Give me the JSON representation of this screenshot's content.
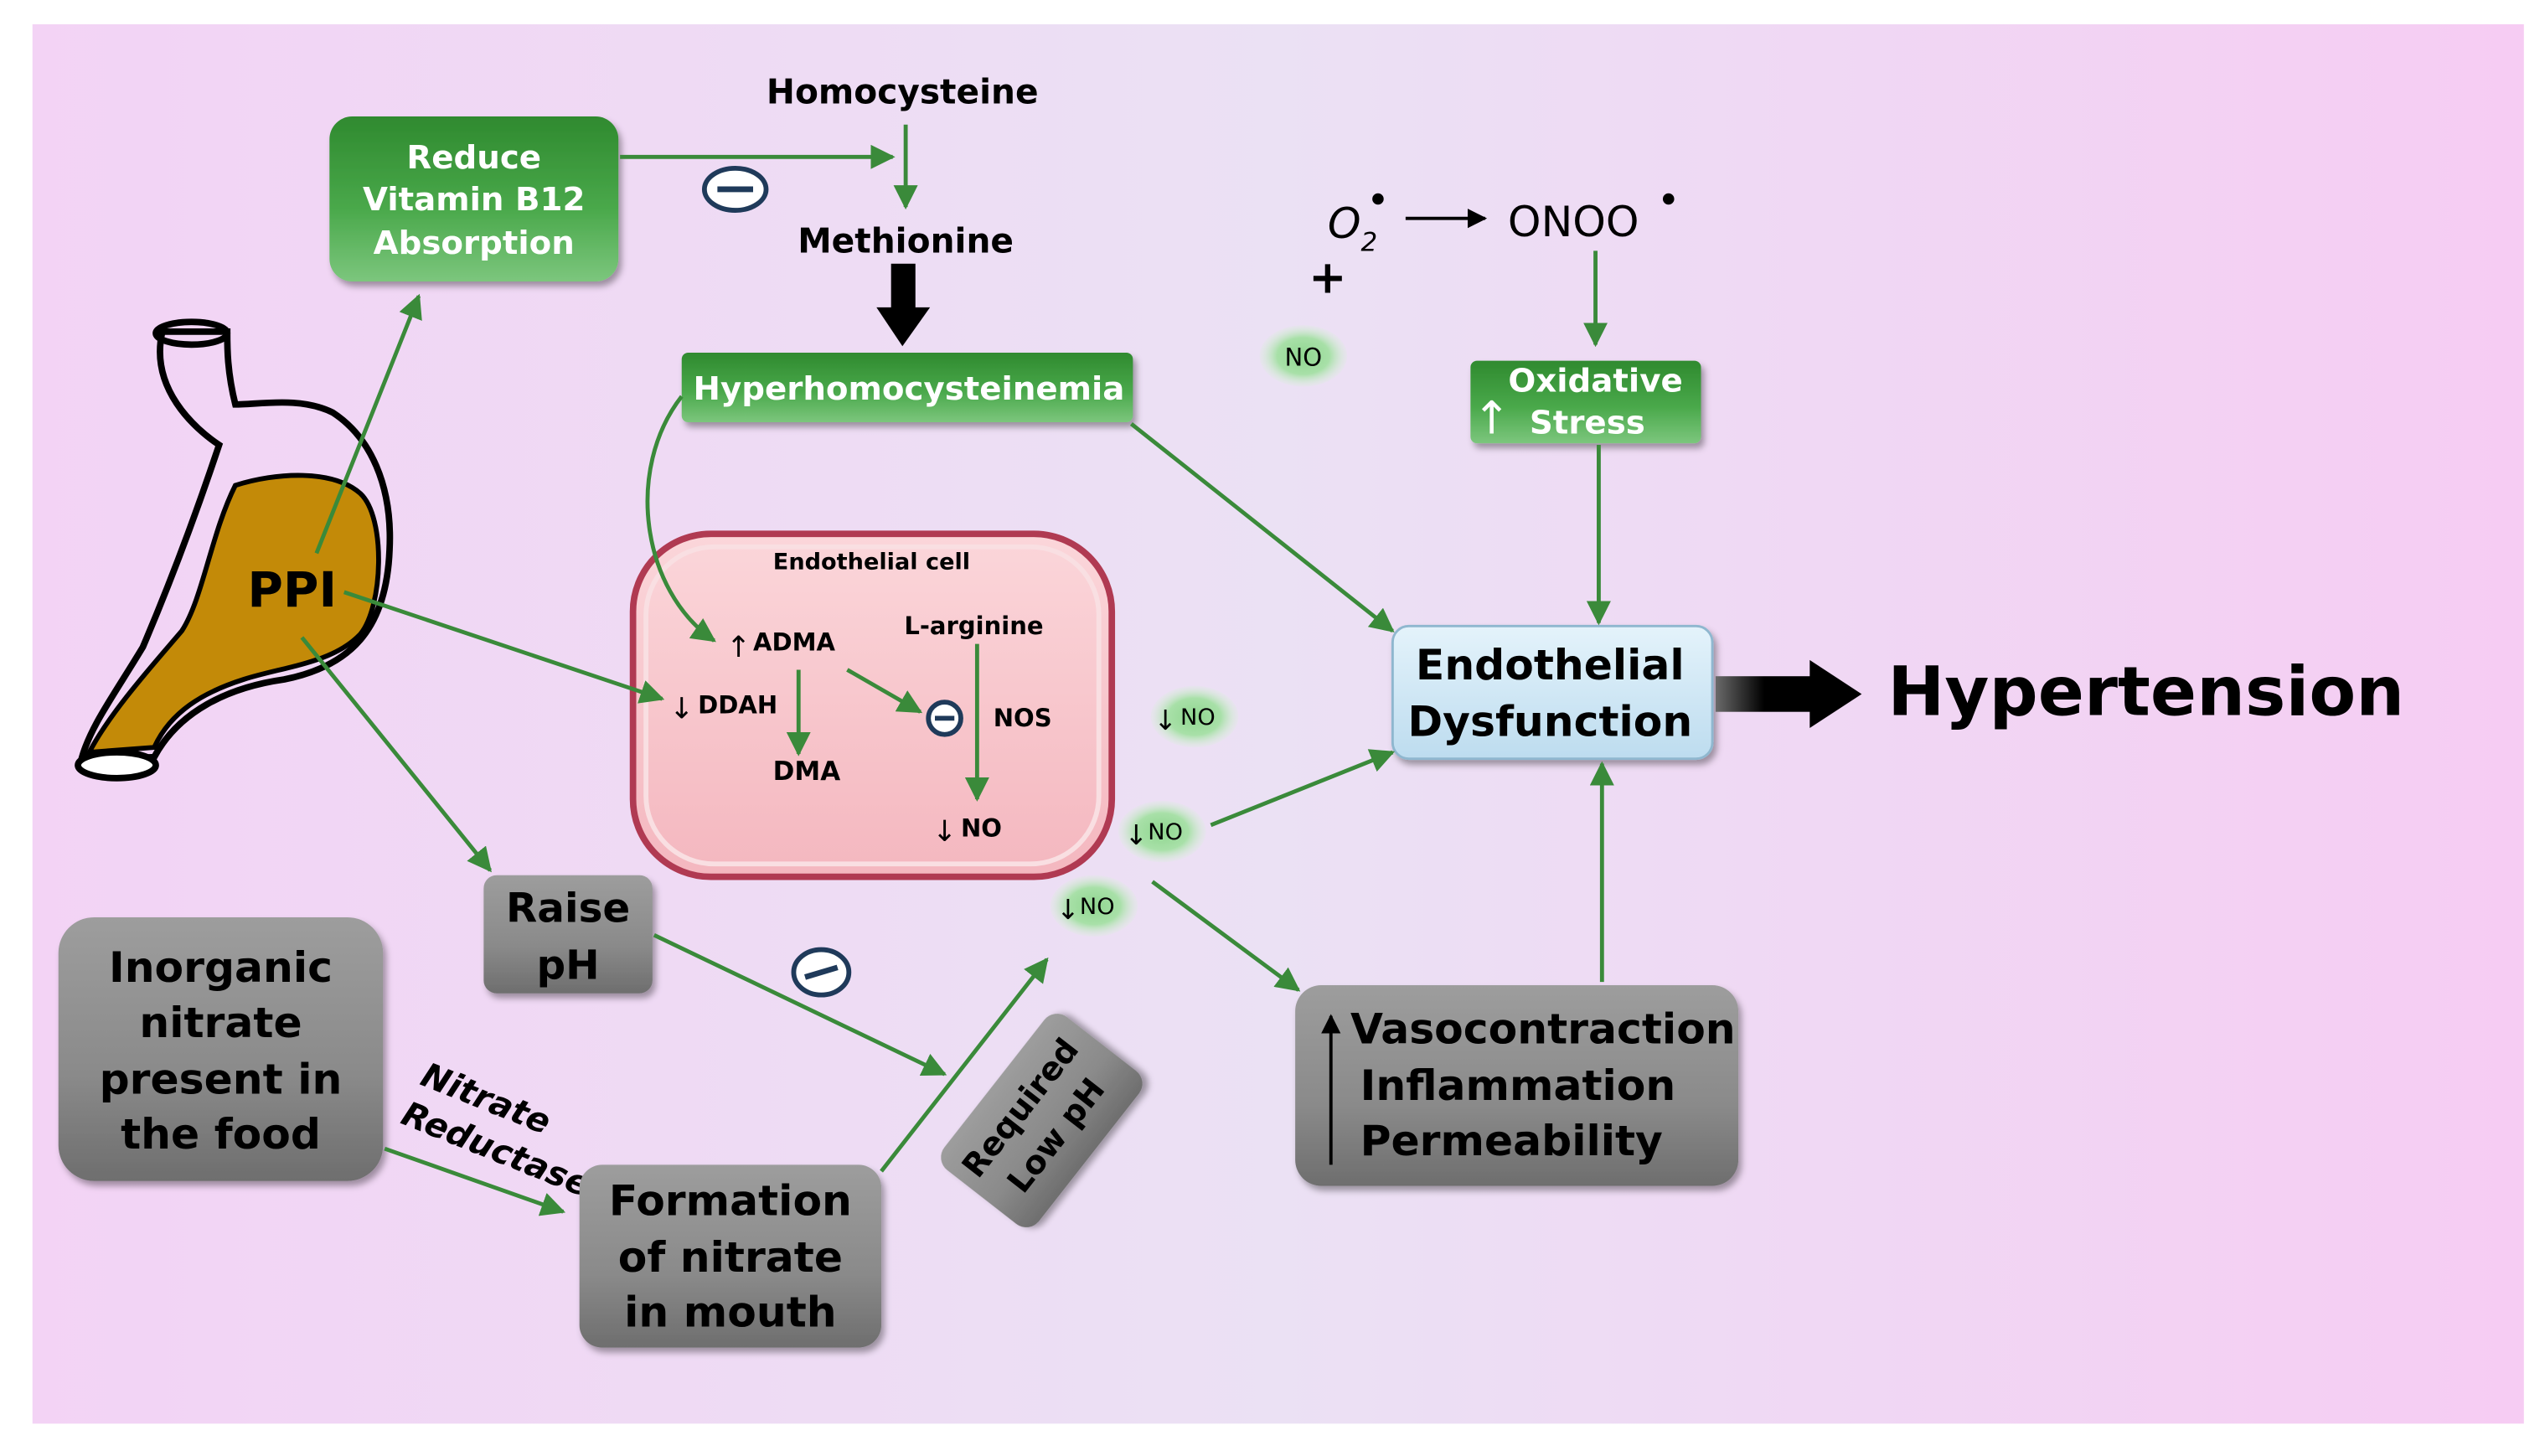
{
  "nodes": {
    "vitamin_b12": [
      "Reduce",
      "Vitamin B12",
      "Absorption"
    ],
    "homocysteine": "Homocysteine",
    "methionine": "Methionine",
    "hyperhomocysteinemia": "Hyperhomocysteinemia",
    "superoxide": "O",
    "superoxide_sub": "2",
    "peroxynitrite": "ONOO",
    "plus": "+",
    "oxidative_stress": [
      "Oxidative",
      "Stress"
    ],
    "ppi": "PPI",
    "endothelial_dysfunction": [
      "Endothelial",
      "Dysfunction"
    ],
    "hypertension": "Hypertension",
    "raise_ph": [
      "Raise",
      "pH"
    ],
    "inorganic_nitrate": [
      "Inorganic",
      "nitrate",
      "present in",
      "the food"
    ],
    "nitrate_reductase": [
      "Nitrate",
      "Reductase"
    ],
    "formation_nitrate": [
      "Formation",
      "of nitrate",
      "in mouth"
    ],
    "required_low_ph": [
      "Required",
      "Low pH"
    ],
    "vaso_inflammation": [
      "Vasocontraction",
      "Inflammation",
      "Permeability"
    ]
  },
  "endothelial_cell": {
    "title": "Endothelial cell",
    "adma": "ADMA",
    "l_arginine": "L-arginine",
    "ddah": "DDAH",
    "nos": "NOS",
    "dma": "DMA",
    "no": "NO"
  },
  "no_badges": {
    "top": "NO",
    "mid": "NO",
    "right": "NO",
    "lower": "NO"
  },
  "colors": {
    "background_left": "#f3d3f5",
    "background_mid": "#ebe1f4",
    "background_right": "#f6ccf3",
    "green_box": "#3e9a3e",
    "arrow_green": "#3a8a3a",
    "grey_box": "#8c8c8c",
    "endothelial_box": "#cfe8f5",
    "cell_fill": "#f7c5cb",
    "stomach_fill": "#c38a08"
  }
}
